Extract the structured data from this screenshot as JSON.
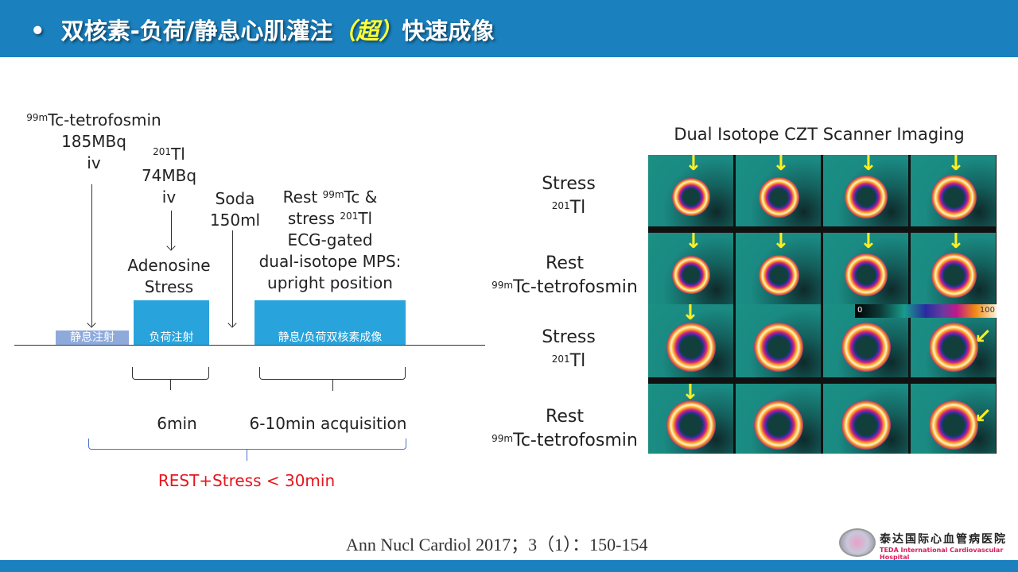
{
  "header": {
    "bullet": "•",
    "title_a": "双核素-负荷/静息心肌灌注",
    "title_hl": "（超）",
    "title_b": "快速成像"
  },
  "diagram": {
    "tc_sup": "99m",
    "tc_name": "Tc-tetrofosmin",
    "tc_dose": "185MBq",
    "tc_route": "iv",
    "tl_sup": "201",
    "tl_name": "Tl",
    "tl_dose": "74MBq",
    "tl_route": "iv",
    "soda_1": "Soda",
    "soda_2": "150ml",
    "rest_1a": "Rest ",
    "rest_1sup": "99m",
    "rest_1b": "Tc &",
    "rest_2a": "stress ",
    "rest_2sup": "201",
    "rest_2b": "Tl",
    "rest_3": "ECG-gated",
    "rest_4": "dual-isotope MPS:",
    "rest_5": "upright position",
    "adeno_1": "Adenosine",
    "adeno_2": "Stress",
    "box_rest": "静息注射",
    "box_stress": "负荷注射",
    "box_imaging": "静息/负荷双核素成像",
    "dur_stress": "6min",
    "dur_acq": "6-10min acquisition",
    "total": "REST+Stress < 30min",
    "colors": {
      "rest_box": "#8eaadb",
      "blue_box": "#29a3dc",
      "total_text": "#e8141c"
    }
  },
  "figure": {
    "title": "Dual Isotope CZT Scanner Imaging",
    "rows": [
      {
        "a": "Stress",
        "sup": "201",
        "b": "Tl"
      },
      {
        "a": "Rest",
        "sup": "99m",
        "b": "Tc-tetrofosmin"
      },
      {
        "a": "Stress",
        "sup": "201",
        "b": "Tl"
      },
      {
        "a": "Rest",
        "sup": "99m",
        "b": "Tc-tetrofosmin"
      }
    ],
    "scale_min": "0",
    "scale_max": "100"
  },
  "reference": "Ann Nucl Cardiol 2017；3（1）：150-154",
  "logo": {
    "cn": "泰达国际心血管病医院",
    "en": "TEDA International Cardiovascular Hospital"
  }
}
